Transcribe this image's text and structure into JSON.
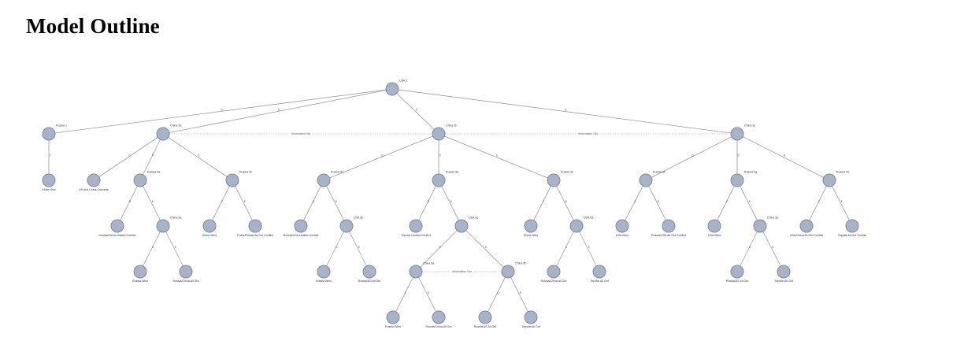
{
  "page": {
    "title": "Model Outline"
  },
  "diagram": {
    "colors": {
      "node_fill": "#a8b3c8",
      "node_stroke": "#7f8aa0",
      "edge": "#9a9a9a"
    },
    "nodes": [
      {
        "id": "usa2",
        "label": "USA 2"
      },
      {
        "id": "russia1",
        "label": "Russia 1"
      },
      {
        "id": "china3a",
        "label": "China 3a"
      },
      {
        "id": "china3b",
        "label": "China 3b"
      },
      {
        "id": "china3c",
        "label": "China 3c"
      },
      {
        "id": "stolenbox",
        "label": "Stolen Box"
      },
      {
        "id": "usconcede",
        "label": "US and China Concede"
      },
      {
        "id": "russia4a",
        "label": "Russia 4a"
      },
      {
        "id": "russia4b",
        "label": "Russia 4b"
      },
      {
        "id": "rclimited1",
        "label": "Russia/China Limited Conflict"
      },
      {
        "id": "china5a",
        "label": "China 5a"
      },
      {
        "id": "chinawins1",
        "label": "China Wins"
      },
      {
        "id": "crallout1",
        "label": "China/Russia All Out Conflict"
      },
      {
        "id": "russiawins1",
        "label": "Russia Wins"
      },
      {
        "id": "rcallout1",
        "label": "Russia/China All Out"
      },
      {
        "id": "russia4c",
        "label": "Russia 4c"
      },
      {
        "id": "russia4d",
        "label": "Russia 4d"
      },
      {
        "id": "russia4e",
        "label": "Russia 4e"
      },
      {
        "id": "rulimited",
        "label": "Russia/USA Limited Conflict"
      },
      {
        "id": "usa5b",
        "label": "USA 5b"
      },
      {
        "id": "russiawins2",
        "label": "Russia Wins"
      },
      {
        "id": "ruallout",
        "label": "Russia/US All Out"
      },
      {
        "id": "tripolarlim",
        "label": "Tripolar Limited Conflict"
      },
      {
        "id": "usa5c",
        "label": "USA 5c"
      },
      {
        "id": "china6a",
        "label": "China 6a"
      },
      {
        "id": "china6b",
        "label": "China 6b"
      },
      {
        "id": "russiawins3",
        "label": "Russia Wins"
      },
      {
        "id": "rcallout2",
        "label": "Russia/China All Out"
      },
      {
        "id": "rusallout2",
        "label": "Russia/US All Out"
      },
      {
        "id": "tripolarall1",
        "label": "Tripolar All Out"
      },
      {
        "id": "chinawins2",
        "label": "China Wins"
      },
      {
        "id": "usa5d",
        "label": "USA 5d"
      },
      {
        "id": "rcallout3",
        "label": "Russia/China All Out"
      },
      {
        "id": "tripolarall2",
        "label": "Tripolar All Out"
      },
      {
        "id": "russia4f",
        "label": "Russia 4f"
      },
      {
        "id": "russia4g",
        "label": "Russia 4g"
      },
      {
        "id": "russia4h",
        "label": "Russia 4h"
      },
      {
        "id": "usawins1",
        "label": "USA Wins"
      },
      {
        "id": "rusaallout",
        "label": "Russia/USA All Out Conflict"
      },
      {
        "id": "usawins2",
        "label": "USA Wins"
      },
      {
        "id": "china5e",
        "label": "China 5e"
      },
      {
        "id": "usachinaall",
        "label": "USA/China All Out Conflict"
      },
      {
        "id": "tripolarallc",
        "label": "Tripolar All Out Conflict"
      },
      {
        "id": "rusallout3",
        "label": "Russia/US All Out"
      },
      {
        "id": "tripolarall3",
        "label": "Tripolar All Out"
      }
    ],
    "edges": [
      {
        "from": "usa2",
        "to": "russia1",
        "label": "D"
      },
      {
        "from": "usa2",
        "to": "china3a",
        "label": "D"
      },
      {
        "from": "usa2",
        "to": "china3b",
        "label": "C"
      },
      {
        "from": "usa2",
        "to": "china3c",
        "label": "E"
      },
      {
        "from": "russia1",
        "to": "stolenbox",
        "label": "C"
      },
      {
        "from": "china3a",
        "to": "usconcede",
        "label": "C"
      },
      {
        "from": "china3a",
        "to": "russia4a",
        "label": "D"
      },
      {
        "from": "china3a",
        "to": "russia4b",
        "label": "E"
      },
      {
        "from": "russia4a",
        "to": "rclimited1",
        "label": "D"
      },
      {
        "from": "russia4a",
        "to": "china5a",
        "label": "E"
      },
      {
        "from": "russia4b",
        "to": "chinawins1",
        "label": "C"
      },
      {
        "from": "russia4b",
        "to": "crallout1",
        "label": "E"
      },
      {
        "from": "china5a",
        "to": "russiawins1",
        "label": "C"
      },
      {
        "from": "china5a",
        "to": "rcallout1",
        "label": "E"
      },
      {
        "from": "china3b",
        "to": "russia4c",
        "label": "D"
      },
      {
        "from": "china3b",
        "to": "russia4d",
        "label": "D"
      },
      {
        "from": "china3b",
        "to": "russia4e",
        "label": "E"
      },
      {
        "from": "russia4c",
        "to": "rulimited",
        "label": "D"
      },
      {
        "from": "russia4c",
        "to": "usa5b",
        "label": "E"
      },
      {
        "from": "usa5b",
        "to": "russiawins2",
        "label": "C"
      },
      {
        "from": "usa5b",
        "to": "ruallout",
        "label": "E"
      },
      {
        "from": "russia4d",
        "to": "tripolarlim",
        "label": "D"
      },
      {
        "from": "russia4d",
        "to": "usa5c",
        "label": "E"
      },
      {
        "from": "usa5c",
        "to": "china6a",
        "label": "D"
      },
      {
        "from": "usa5c",
        "to": "china6b",
        "label": "E"
      },
      {
        "from": "china6a",
        "to": "russiawins3",
        "label": "C"
      },
      {
        "from": "china6a",
        "to": "rcallout2",
        "label": "E"
      },
      {
        "from": "china6b",
        "to": "rusallout2",
        "label": "C"
      },
      {
        "from": "china6b",
        "to": "tripolarall1",
        "label": "E"
      },
      {
        "from": "russia4e",
        "to": "chinawins2",
        "label": "C"
      },
      {
        "from": "russia4e",
        "to": "usa5d",
        "label": "E"
      },
      {
        "from": "usa5d",
        "to": "rcallout3",
        "label": "C"
      },
      {
        "from": "usa5d",
        "to": "tripolarall2",
        "label": "E"
      },
      {
        "from": "china3c",
        "to": "russia4f",
        "label": "D"
      },
      {
        "from": "china3c",
        "to": "russia4g",
        "label": "D"
      },
      {
        "from": "china3c",
        "to": "russia4h",
        "label": "E"
      },
      {
        "from": "russia4f",
        "to": "usawins1",
        "label": "C"
      },
      {
        "from": "russia4f",
        "to": "rusaallout",
        "label": "E"
      },
      {
        "from": "russia4g",
        "to": "usawins2",
        "label": "C"
      },
      {
        "from": "russia4g",
        "to": "china5e",
        "label": "E"
      },
      {
        "from": "china5e",
        "to": "rusallout3",
        "label": "C"
      },
      {
        "from": "china5e",
        "to": "tripolarall3",
        "label": "E"
      },
      {
        "from": "russia4h",
        "to": "usachinaall",
        "label": "C"
      },
      {
        "from": "russia4h",
        "to": "tripolarallc",
        "label": "E"
      }
    ],
    "info_links": [
      {
        "from": "china3a",
        "to": "china3b",
        "label": "Information Set"
      },
      {
        "from": "china3b",
        "to": "china3c",
        "label": "Information Set"
      },
      {
        "from": "china6a",
        "to": "china6b",
        "label": "Information Set"
      }
    ]
  }
}
